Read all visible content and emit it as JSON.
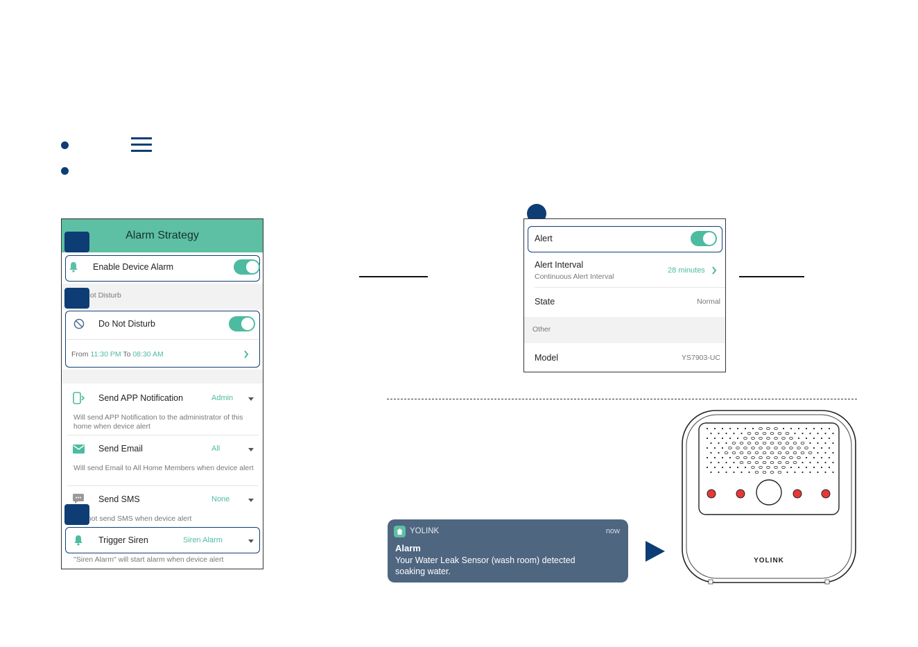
{
  "bullets": [
    {
      "text": ""
    },
    {
      "text": ""
    }
  ],
  "left_screen": {
    "title": "Alarm Strategy",
    "enable_device_alarm": "Enable Device Alarm",
    "section_dnd": "Do Not Disturb",
    "dnd_label": "Do Not Disturb",
    "dnd_from_prefix": "From",
    "dnd_from": "11:30 PM",
    "dnd_to_word": "To",
    "dnd_to": "08:30 AM",
    "app_notification": {
      "label": "Send APP Notification",
      "value": "Admin",
      "desc": "Will send APP Notification to the administrator of this home when device alert"
    },
    "email": {
      "label": "Send Email",
      "value": "All",
      "desc": "Will send Email to All Home Members when device alert"
    },
    "sms": {
      "label": "Send SMS",
      "value": "None",
      "desc": "Will not send SMS when device alert"
    },
    "siren": {
      "label": "Trigger Siren",
      "value": "Siren Alarm",
      "desc": "\"Siren Alarm\" will start alarm when device alert"
    }
  },
  "right_screen": {
    "alert_label": "Alert",
    "interval_label": "Alert Interval",
    "interval_sub": "Continuous Alert Interval",
    "interval_value": "28 minutes",
    "state_label": "State",
    "state_value": "Normal",
    "section_other": "Other",
    "model_label": "Model",
    "model_value": "YS7903-UC"
  },
  "notification": {
    "app": "YOLINK",
    "time": "now",
    "title": "Alarm",
    "body": "Your Water Leak Sensor (wash room) detected soaking water."
  },
  "device": {
    "brand": "YOLINK"
  },
  "colors": {
    "accent": "#0d3d74",
    "teal": "#4dbba0",
    "header": "#5dbfa4",
    "notification": "#4e6680",
    "led": "#e53935"
  }
}
